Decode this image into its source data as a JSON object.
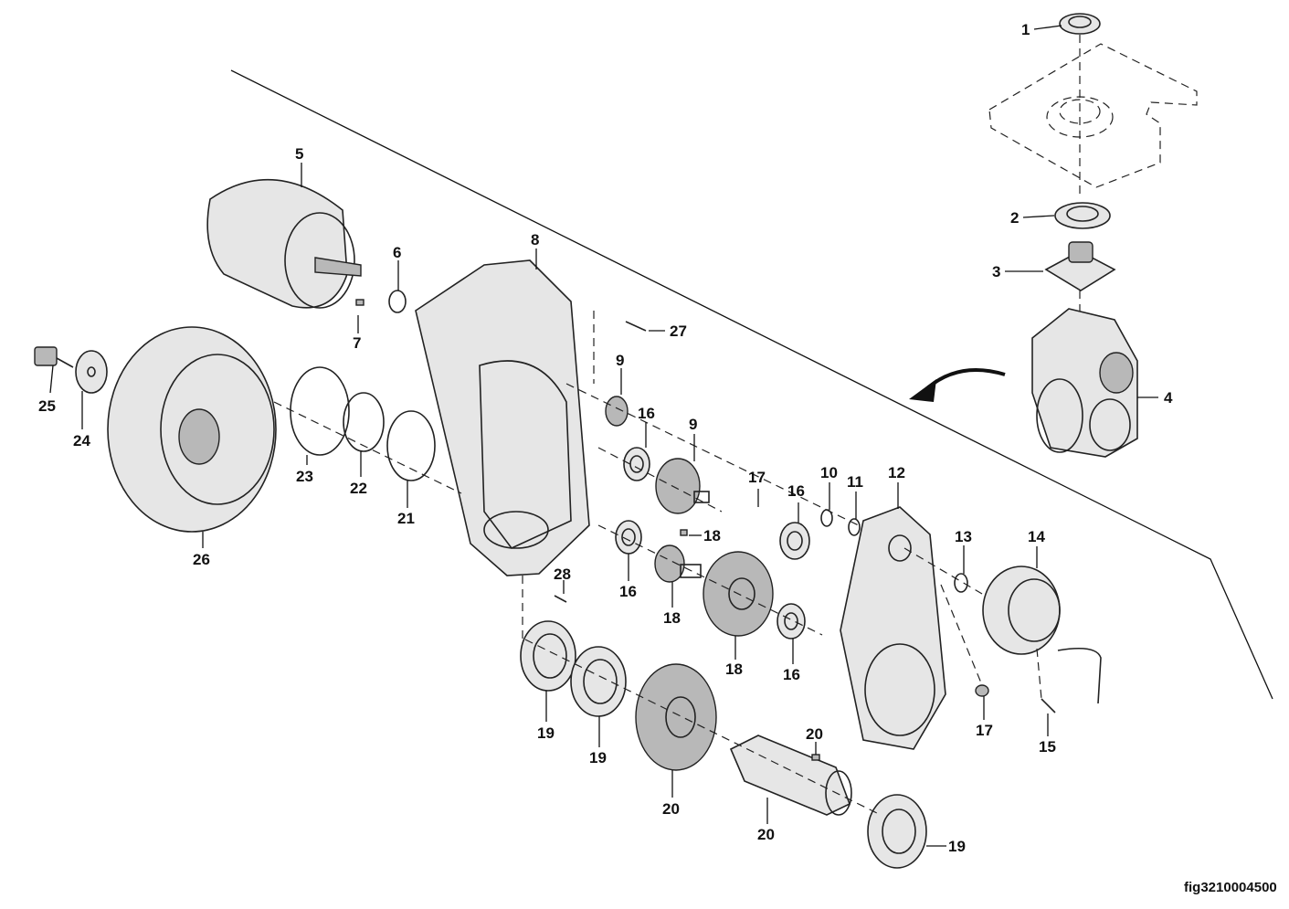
{
  "figure_id": "fig3210004500",
  "callouts": [
    {
      "id": "c1",
      "text": "1"
    },
    {
      "id": "c2",
      "text": "2"
    },
    {
      "id": "c3",
      "text": "3"
    },
    {
      "id": "c4",
      "text": "4"
    },
    {
      "id": "c5",
      "text": "5"
    },
    {
      "id": "c6",
      "text": "6"
    },
    {
      "id": "c7",
      "text": "7"
    },
    {
      "id": "c8",
      "text": "8"
    },
    {
      "id": "c9a",
      "text": "9"
    },
    {
      "id": "c9b",
      "text": "9"
    },
    {
      "id": "c10",
      "text": "10"
    },
    {
      "id": "c11",
      "text": "11"
    },
    {
      "id": "c12",
      "text": "12"
    },
    {
      "id": "c13",
      "text": "13"
    },
    {
      "id": "c14",
      "text": "14"
    },
    {
      "id": "c15",
      "text": "15"
    },
    {
      "id": "c16a",
      "text": "16"
    },
    {
      "id": "c16b",
      "text": "16"
    },
    {
      "id": "c16c",
      "text": "16"
    },
    {
      "id": "c16d",
      "text": "16"
    },
    {
      "id": "c17a",
      "text": "17"
    },
    {
      "id": "c17b",
      "text": "17"
    },
    {
      "id": "c18a",
      "text": "18"
    },
    {
      "id": "c18b",
      "text": "18"
    },
    {
      "id": "c18c",
      "text": "18"
    },
    {
      "id": "c19a",
      "text": "19"
    },
    {
      "id": "c19b",
      "text": "19"
    },
    {
      "id": "c19c",
      "text": "19"
    },
    {
      "id": "c20a",
      "text": "20"
    },
    {
      "id": "c20b",
      "text": "20"
    },
    {
      "id": "c20c",
      "text": "20"
    },
    {
      "id": "c21",
      "text": "21"
    },
    {
      "id": "c22",
      "text": "22"
    },
    {
      "id": "c23",
      "text": "23"
    },
    {
      "id": "c24",
      "text": "24"
    },
    {
      "id": "c25",
      "text": "25"
    },
    {
      "id": "c26",
      "text": "26"
    },
    {
      "id": "c27",
      "text": "27"
    },
    {
      "id": "c28",
      "text": "28"
    }
  ]
}
